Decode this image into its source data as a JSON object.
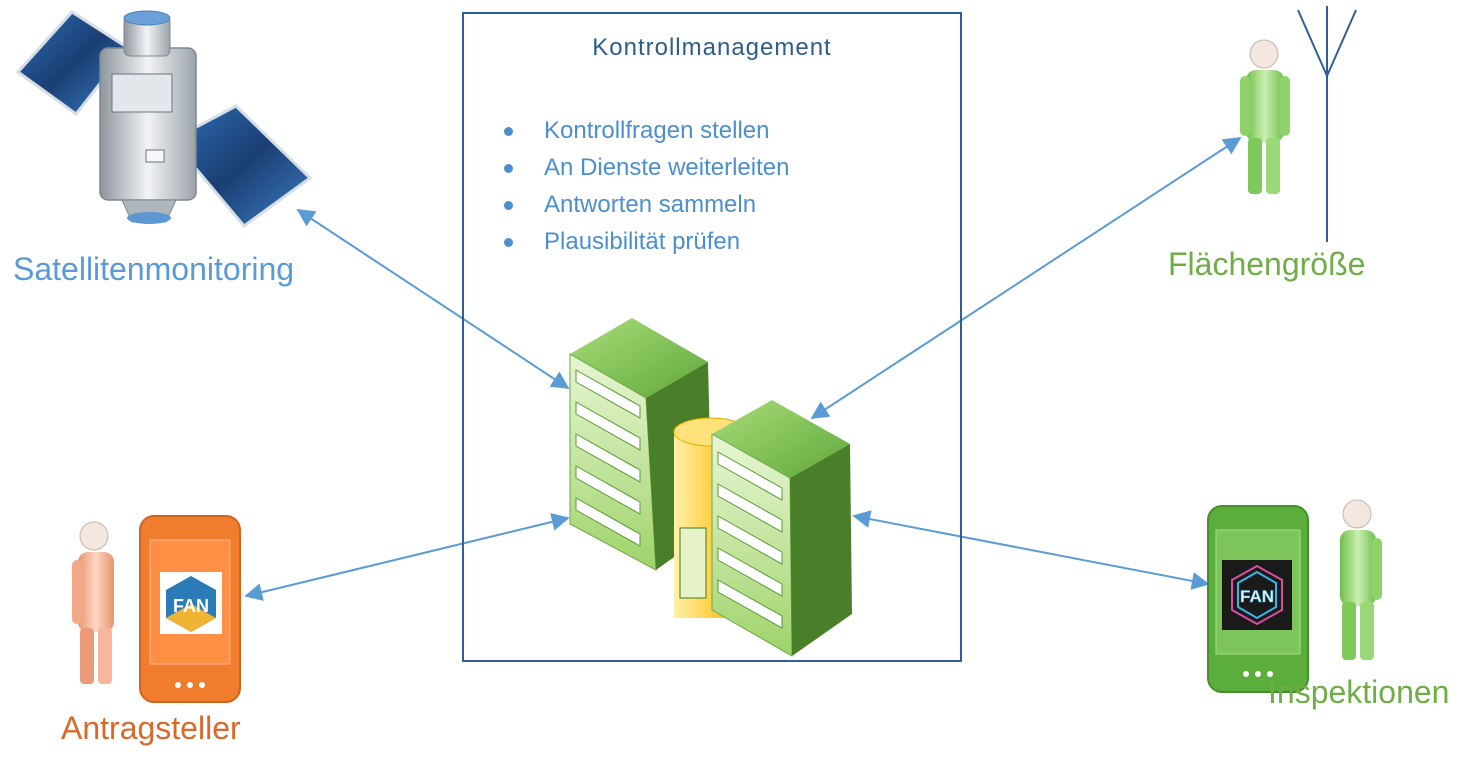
{
  "diagram": {
    "center": {
      "title": "Kontrollmanagement",
      "tasks": [
        "Kontrollfragen stellen",
        "An Dienste weiterleiten",
        "Antworten sammeln",
        "Plausibilität prüfen"
      ]
    },
    "nodes": {
      "satellite": {
        "label": "Satellitenmonitoring",
        "icon": "satellite-icon"
      },
      "area": {
        "label": "Flächengröße",
        "icon": "person-with-antenna-icon"
      },
      "applicant": {
        "label": "Antragsteller",
        "icon": "person-with-phone-icon",
        "app_badge": "FAN"
      },
      "inspection": {
        "label": "Inspektionen",
        "icon": "person-with-phone-icon",
        "app_badge": "FAN"
      }
    },
    "colors": {
      "box_border": "#2f5f96",
      "arrow": "#5b9bd5",
      "satellite_label": "#5b9bd5",
      "green_label": "#70ad47",
      "orange_label": "#d9692b",
      "server_green": "#4e8a2e",
      "database_yellow": "#f0b400"
    }
  }
}
